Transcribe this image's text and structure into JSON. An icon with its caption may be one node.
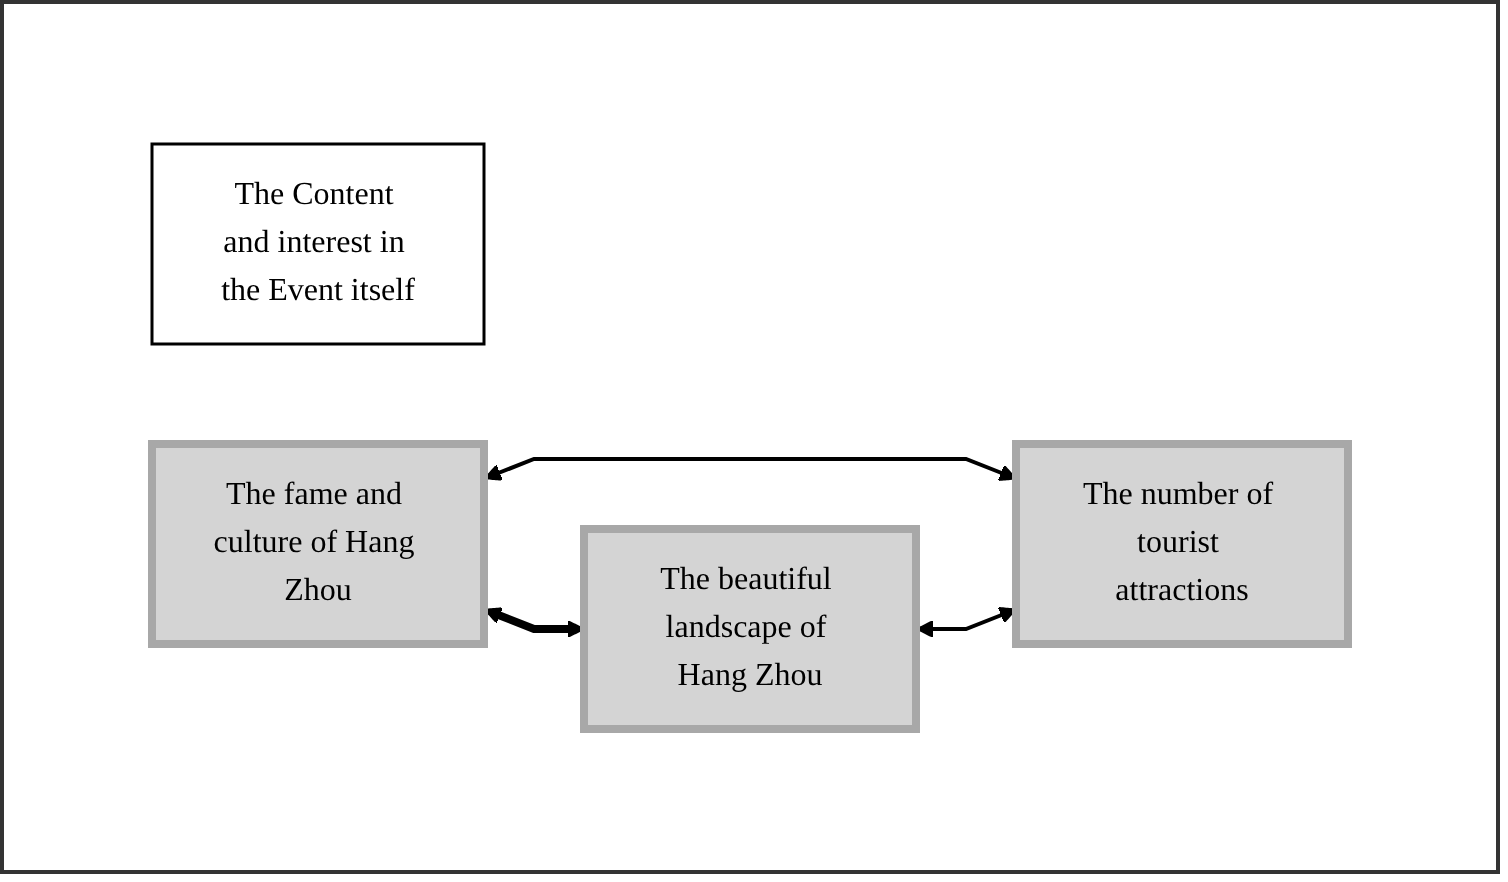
{
  "diagram": {
    "nodes": [
      {
        "text": [
          "The Content and interest in the Event itself"
        ]
      },
      {
        "text": [
          "The fame and culture of Hang Zhou"
        ]
      },
      {
        "text": [
          "The beautiful landscape of Hang Zhou"
        ]
      },
      {
        "text": [
          "The number of tourist attractions"
        ]
      }
    ],
    "edges": [
      {
        "from": 1,
        "to": 2,
        "arrow": "both",
        "style": "thick"
      },
      {
        "from": 1,
        "to": 3,
        "arrow": "both"
      },
      {
        "from": 2,
        "to": 3,
        "arrow": "both"
      }
    ]
  }
}
